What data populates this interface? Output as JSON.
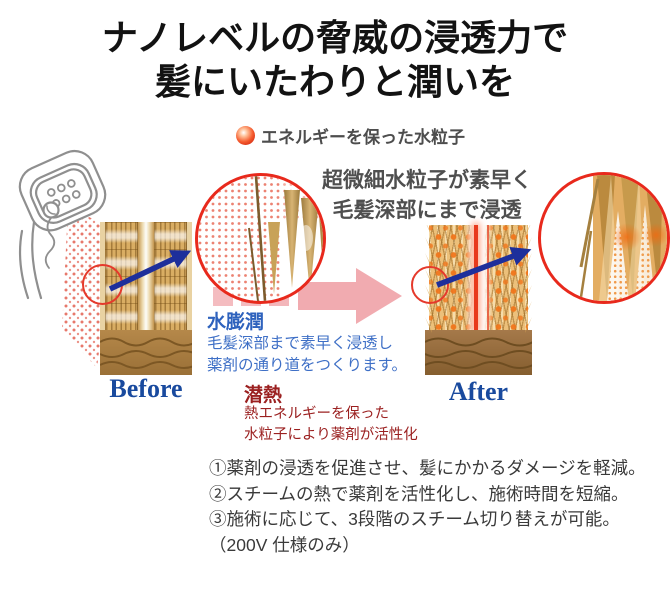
{
  "title": {
    "line1": "ナノレベルの脅威の浸透力で",
    "line2": "髪にいたわりと潤いを"
  },
  "legend": {
    "label": "エネルギーを保った水粒子"
  },
  "callout": {
    "line1": "超微細水粒子が素早く",
    "line2": "毛髪深部にまで浸透"
  },
  "diagram": {
    "before_label": "Before",
    "after_label": "After"
  },
  "annotations": {
    "water_swelling": {
      "heading": "水膨潤",
      "desc_line1": "毛髪深部まで素早く浸透し",
      "desc_line2": "薬剤の通り道をつくります。"
    },
    "latent_heat": {
      "heading": "潜熱",
      "desc_line1": "熱エネルギーを保った",
      "desc_line2": "水粒子により薬剤が活性化"
    }
  },
  "features": {
    "items": [
      "①薬剤の浸透を促進させ、髪にかかるダメージを軽減。",
      "②スチームの熱で薬剤を活性化し、施術時間を短縮。",
      "③施術に応じて、3段階のスチーム切り替えが可能。",
      "（200V 仕様のみ）"
    ]
  },
  "icons": {
    "water_particle_icon": "red-radial-gradient-circle",
    "steamer_icon": "line-art-hair-steamer-with-cord",
    "spray_icon": "red-dot-mist",
    "magnifier_circles": "red-outline-zoom-circles"
  },
  "colors": {
    "accent_red": "#e8291c",
    "arrow_blue": "#1e2f9b",
    "arrow_pink": "#f2afb4",
    "heading_blue": "#2e62bd",
    "heading_dark_red": "#9b2020",
    "label_navy": "#194a9e",
    "text_gray": "#4f4f4f",
    "hair_tan": "#d9ad63",
    "hair_orange": "#ecc07a",
    "scalp_brown": "#a5794a"
  }
}
